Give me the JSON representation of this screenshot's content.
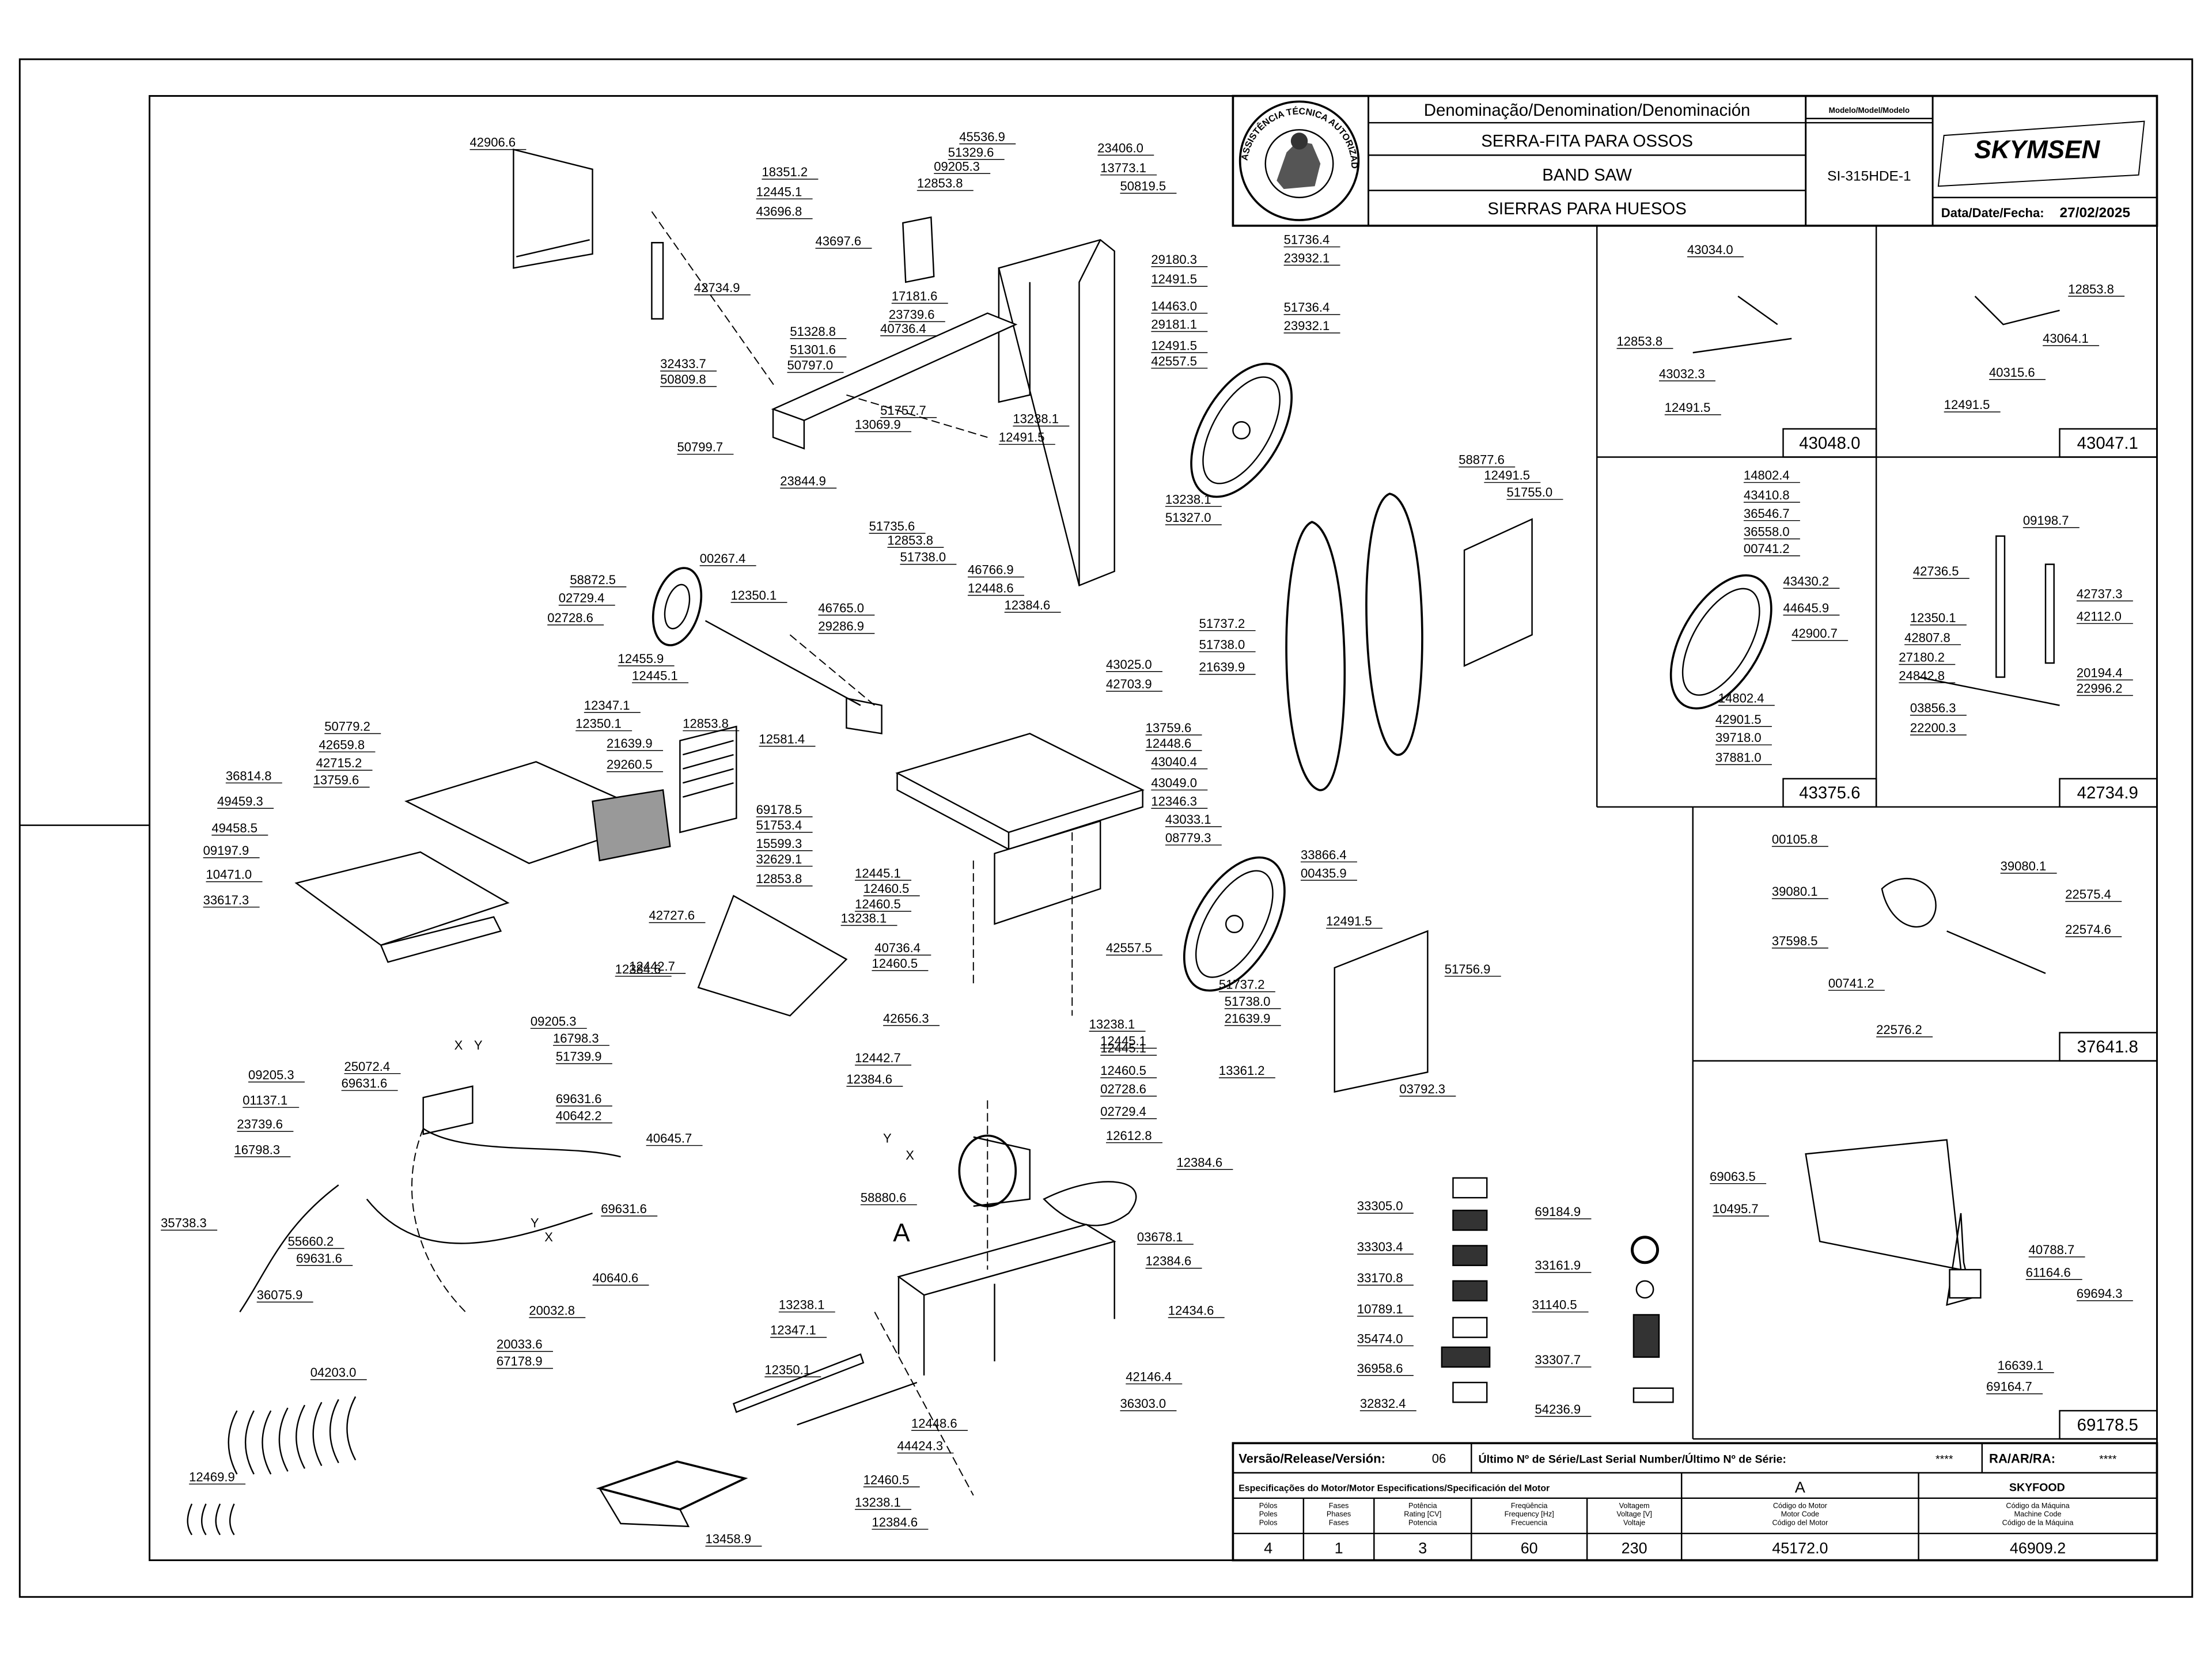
{
  "title_block": {
    "denomination_header": "Denominação/Denomination/Denominación",
    "name_pt": "SERRA-FITA PARA OSSOS",
    "name_en": "BAND SAW",
    "name_es": "SIERRAS PARA HUESOS",
    "model_header": "Modelo/Model/Modelo",
    "model": "SI-315HDE-1",
    "brand": "SKYMSEN",
    "date_label": "Data/Date/Fecha:",
    "date": "27/02/2025",
    "seal_text": "ASSISTÊNCIA TÉCNICA AUTORIZADA"
  },
  "release_block": {
    "version_label": "Versão/Release/Versión:",
    "version": "06",
    "serial_label": "Último Nº de Série/Last Serial Number/Último Nº de Série:",
    "serial": "****",
    "ra_label": "RA/AR/RA:",
    "ra": "****",
    "motor_spec_label": "Especificações do Motor/Motor Especifications/Specificación del Motor",
    "motor_class": "A",
    "brand_code": "SKYFOOD",
    "columns": [
      {
        "label": "Pólos\nPoles\nPolos",
        "value": "4"
      },
      {
        "label": "Fases\nPhases\nFases",
        "value": "1"
      },
      {
        "label": "Potência\nRating [CV]\nPotencia",
        "value": "3"
      },
      {
        "label": "Freqüência\nFrequency [Hz]\nFrecuencia",
        "value": "60"
      },
      {
        "label": "Voltagem\nVoltage [V]\nVoltaje",
        "value": "230"
      },
      {
        "label": "Código do Motor\nMotor Code\nCódigo del Motor",
        "value": "45172.0"
      },
      {
        "label": "Código da Máquina\nMachine Code\nCódigo de la Máquina",
        "value": "46909.2"
      }
    ]
  },
  "subassemblies": [
    {
      "code": "43048.0",
      "parts": [
        "43034.0",
        "12853.8",
        "43032.3",
        "12491.5"
      ]
    },
    {
      "code": "43047.1",
      "parts": [
        "12853.8",
        "43064.1",
        "40315.6",
        "12491.5"
      ]
    },
    {
      "code": "43375.6",
      "parts": [
        "14802.4",
        "43410.8",
        "36546.7",
        "36558.0",
        "00741.2",
        "43430.2",
        "44645.9",
        "42900.7",
        "14802.4",
        "42901.5",
        "39718.0",
        "37881.0"
      ]
    },
    {
      "code": "42734.9",
      "parts": [
        "09198.7",
        "42736.5",
        "42737.3",
        "42112.0",
        "12350.1",
        "42807.8",
        "27180.2",
        "24842.8",
        "20194.4",
        "22996.2",
        "03856.3",
        "22200.3"
      ]
    },
    {
      "code": "37641.8",
      "parts": [
        "00105.8",
        "39080.1",
        "39080.1",
        "37598.5",
        "22575.4",
        "22574.6",
        "00741.2",
        "22576.2"
      ]
    },
    {
      "code": "69178.5",
      "parts": [
        "69063.5",
        "10495.7",
        "40788.7",
        "61164.6",
        "69694.3",
        "16639.1",
        "69164.7"
      ]
    }
  ],
  "main_labels": [
    "42906.6",
    "42734.9",
    "18351.2",
    "12445.1",
    "43696.8",
    "43697.6",
    "45536.9",
    "51329.6",
    "09205.3",
    "12853.8",
    "23406.0",
    "13773.1",
    "50819.5",
    "29180.3",
    "12491.5",
    "51736.4",
    "23932.1",
    "51736.4",
    "23932.1",
    "17181.6",
    "23739.6",
    "40736.4",
    "14463.0",
    "51328.8",
    "51301.6",
    "50797.0",
    "29181.1",
    "12491.5",
    "42557.5",
    "32433.7",
    "50809.8",
    "50799.7",
    "51757.7",
    "13069.9",
    "13238.1",
    "12491.5",
    "23844.9",
    "13238.1",
    "51327.0",
    "51735.6",
    "12853.8",
    "51738.0",
    "58877.6",
    "12491.5",
    "51755.0",
    "00267.4",
    "58872.5",
    "02729.4",
    "02728.6",
    "12350.1",
    "12455.9",
    "12445.1",
    "46766.9",
    "12448.6",
    "12384.6",
    "46765.0",
    "29286.9",
    "51737.2",
    "51738.0",
    "21639.9",
    "43025.0",
    "42703.9",
    "12581.4",
    "12347.1",
    "12350.1",
    "12853.8",
    "50779.2",
    "42659.8",
    "42715.2",
    "13759.6",
    "21639.9",
    "29260.5",
    "36814.8",
    "49459.3",
    "49458.5",
    "09197.9",
    "10471.0",
    "33617.3",
    "69178.5",
    "51753.4",
    "15599.3",
    "32629.1",
    "12853.8",
    "12445.1",
    "12460.5",
    "12460.5",
    "13238.1",
    "13759.6",
    "12448.6",
    "43040.4",
    "43049.0",
    "12346.3",
    "43033.1",
    "08779.3",
    "33866.4",
    "00435.9",
    "42727.6",
    "12442.7",
    "12384.6",
    "40736.4",
    "12460.5",
    "42557.5",
    "12491.5",
    "51756.9",
    "51737.2",
    "51738.0",
    "21639.9",
    "42656.3",
    "12445.1",
    "13238.1",
    "13361.2",
    "03792.3",
    "12442.7",
    "12384.6",
    "09205.3",
    "16798.3",
    "51739.9",
    "09205.3",
    "25072.4",
    "69631.6",
    "01137.1",
    "23739.6",
    "16798.3",
    "69631.6",
    "40642.2",
    "40645.7",
    "69631.6",
    "35738.3",
    "55660.2",
    "69631.6",
    "40640.6",
    "36075.9",
    "20032.8",
    "20033.6",
    "67178.9",
    "04203.0",
    "12469.9",
    "12445.1",
    "12460.5",
    "02728.6",
    "02729.4",
    "12612.8",
    "12384.6",
    "58880.6",
    "03678.1",
    "12384.6",
    "12434.6",
    "42146.4",
    "36303.0",
    "13238.1",
    "12347.1",
    "12350.1",
    "12448.6",
    "44424.3",
    "12460.5",
    "13238.1",
    "12384.6",
    "13458.9",
    "33305.0",
    "33303.4",
    "33170.8",
    "10789.1",
    "35474.0",
    "36958.6",
    "32832.4",
    "69184.9",
    "33161.9",
    "31140.5",
    "33307.7",
    "54236.9"
  ],
  "wire_markers": [
    "X",
    "Y",
    "Y",
    "X",
    "A",
    "Y",
    "X"
  ]
}
